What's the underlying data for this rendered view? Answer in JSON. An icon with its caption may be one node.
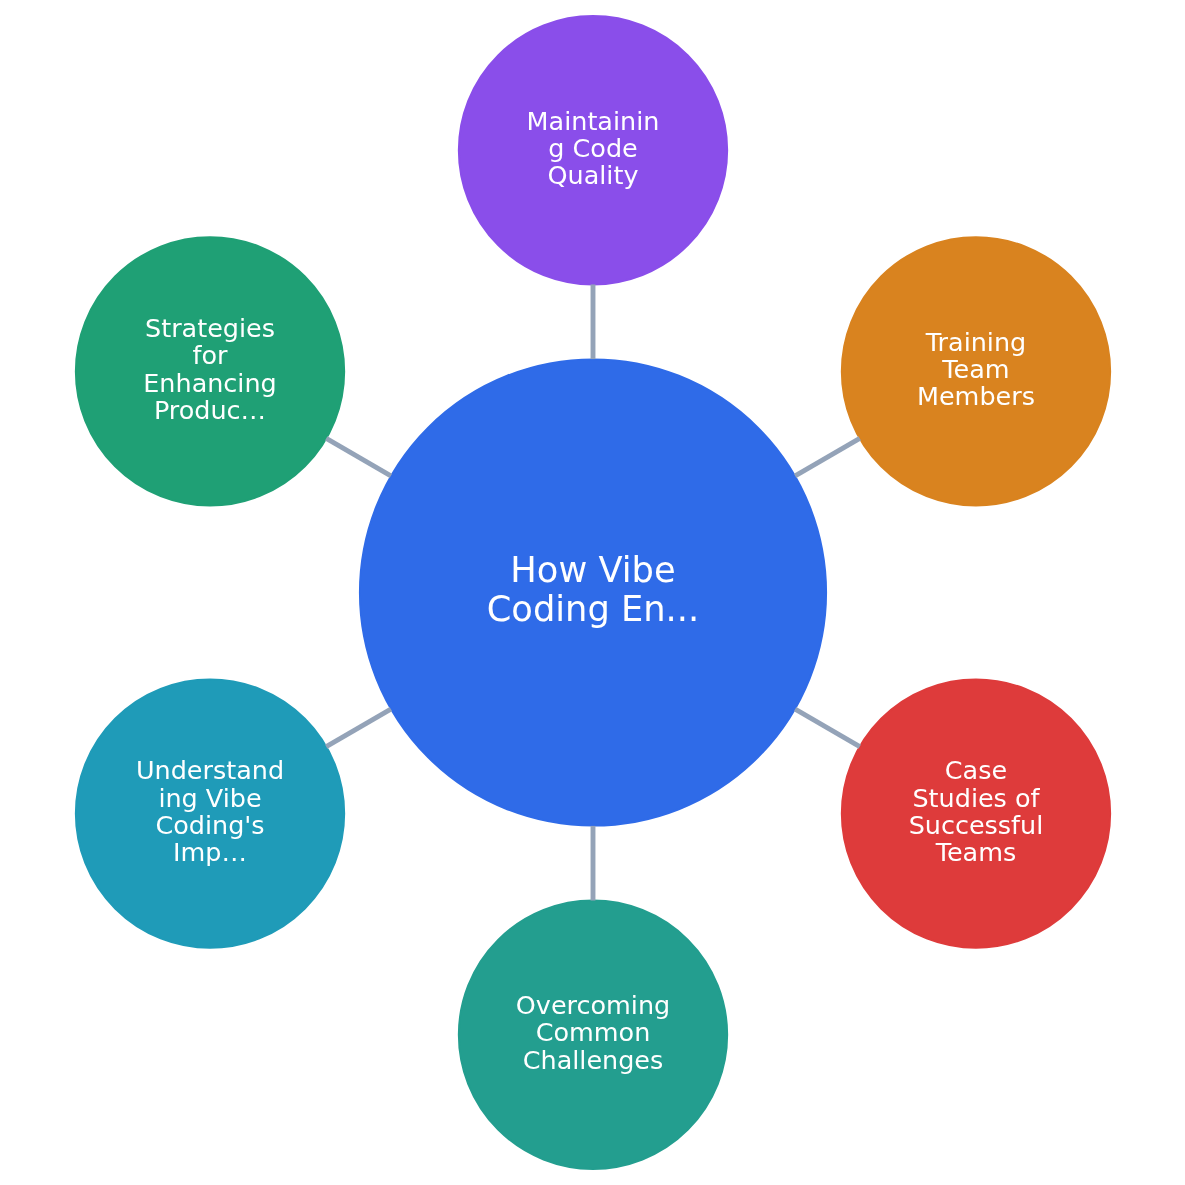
{
  "diagram": {
    "nodes": [
      {
        "text": [
          "How Vibe Coding En..."
        ]
      },
      {
        "text": [
          "Training Team Members"
        ]
      },
      {
        "text": [
          "Maintainin g Code Quality"
        ]
      },
      {
        "text": [
          "Strategies for Enhancing Produc…"
        ]
      },
      {
        "text": [
          "Understand ing Vibe Coding's Imp…"
        ]
      },
      {
        "text": [
          "Overcoming Common Challenges"
        ]
      },
      {
        "text": [
          "Case Studies of Successful Teams"
        ]
      }
    ],
    "edges": [
      {
        "from": 0,
        "to": 1,
        "arrow": "none"
      },
      {
        "from": 0,
        "to": 2,
        "arrow": "none"
      },
      {
        "from": 0,
        "to": 3,
        "arrow": "none"
      },
      {
        "from": 0,
        "to": 4,
        "arrow": "none"
      },
      {
        "from": 0,
        "to": 5,
        "arrow": "none"
      },
      {
        "from": 0,
        "to": 6,
        "arrow": "none"
      }
    ]
  }
}
